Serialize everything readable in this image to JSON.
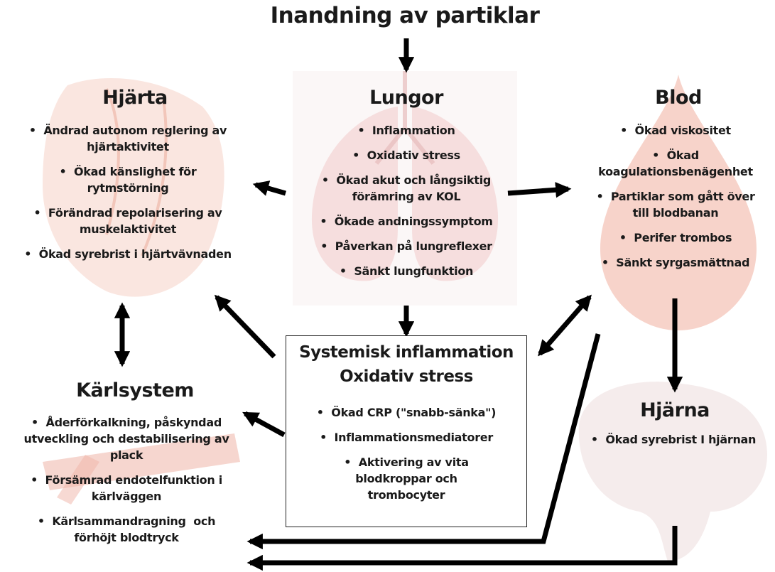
{
  "title": "Inandning av partiklar",
  "lungor": {
    "heading": "Lungor",
    "items": [
      "Inflammation",
      "Oxidativ stress",
      "Ökad akut och långsiktig förämring av KOL",
      "Ökade andningssymptom",
      "Påverkan på lungreflexer",
      "Sänkt lungfunktion"
    ]
  },
  "hjarta": {
    "heading": "Hjärta",
    "items": [
      "Ändrad autonom reglering av hjärtaktivitet",
      "Ökad känslighet för rytmstörning",
      "Förändrad repolarisering av muskelaktivitet",
      "Ökad syrebrist i hjärtvävnaden"
    ]
  },
  "blod": {
    "heading": "Blod",
    "items": [
      "Ökad viskositet",
      "Ökad koagulationsbenägenhet",
      "Partiklar som gått över till blodbanan",
      "Perifer trombos",
      "Sänkt syrgasmättnad"
    ]
  },
  "systemisk": {
    "heading_line1": "Systemisk inflammation",
    "heading_line2": "Oxidativ stress",
    "items": [
      "Ökad CRP (\"snabb-sänka\")",
      "Inflammationsmediatorer",
      "Aktivering av vita blodkroppar och trombocyter"
    ]
  },
  "karlsystem": {
    "heading": "Kärlsystem",
    "items": [
      "Åderförkalkning, påskyndad utveckling och destabilisering av plack",
      "Försämrad endotelfunktion i kärlväggen",
      "Kärlsammandragning  och förhöjt blodtryck"
    ]
  },
  "hjarna": {
    "heading": "Hjärna",
    "items": [
      "Ökad syrebrist I hjärnan"
    ]
  },
  "colors": {
    "arrow": "#000000",
    "heart_tint": "#f6d2c6",
    "lung_tint": "#f4d6d6",
    "blood_tint": "#f2b6a6",
    "brain_tint": "#f1e6e6",
    "vessel_tint": "#efb4a8"
  }
}
